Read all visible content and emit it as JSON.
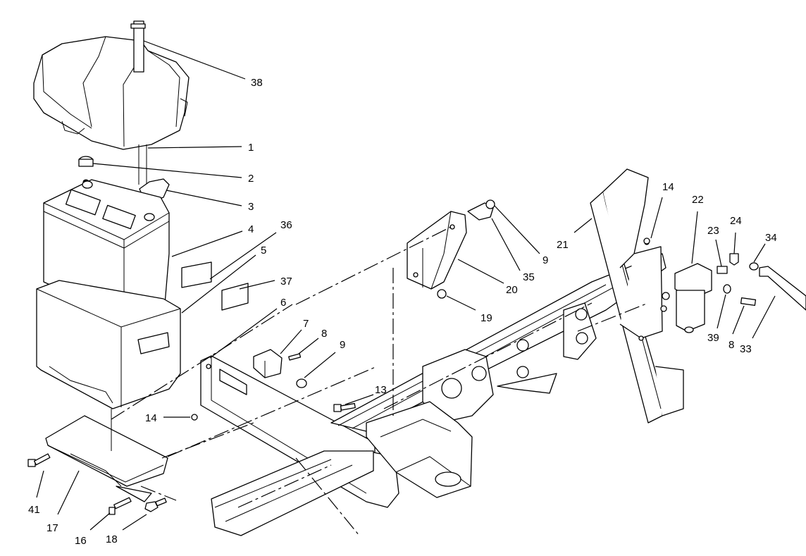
{
  "diagram": {
    "callouts": [
      "38",
      "1",
      "2",
      "3",
      "4",
      "36",
      "5",
      "37",
      "6",
      "7",
      "8",
      "9",
      "14",
      "13",
      "19",
      "20",
      "35",
      "9",
      "21",
      "14",
      "22",
      "23",
      "24",
      "34",
      "39",
      "8",
      "33",
      "41",
      "17",
      "16",
      "18"
    ]
  }
}
